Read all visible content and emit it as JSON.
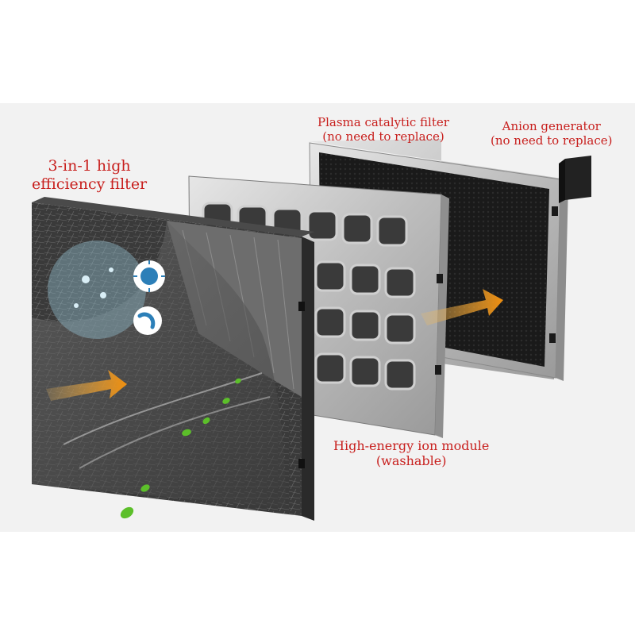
{
  "labels": {
    "filter": {
      "line1": "3-in-1 high",
      "line2": "efficiency filter"
    },
    "plasma": {
      "line1": "Plasma catalytic filter",
      "line2": "(no need to replace)"
    },
    "anion": {
      "line1": "Anion generator",
      "line2": "(no need to replace)"
    },
    "ion": {
      "line1": "High-energy ion module",
      "line2": "(washable)"
    }
  },
  "colors": {
    "label_text": "#c8201e",
    "background_band": "#f2f2f2",
    "arrow": "#f0a020",
    "leaf": "#5cbf2a",
    "frame_silver": "#c9c9c9",
    "filter_dark": "#3a3a3a"
  },
  "icons": [
    "bacteria-icon",
    "virus-icon",
    "dust-particle-icon",
    "airflow-arrow-icon",
    "leaf-icon"
  ]
}
